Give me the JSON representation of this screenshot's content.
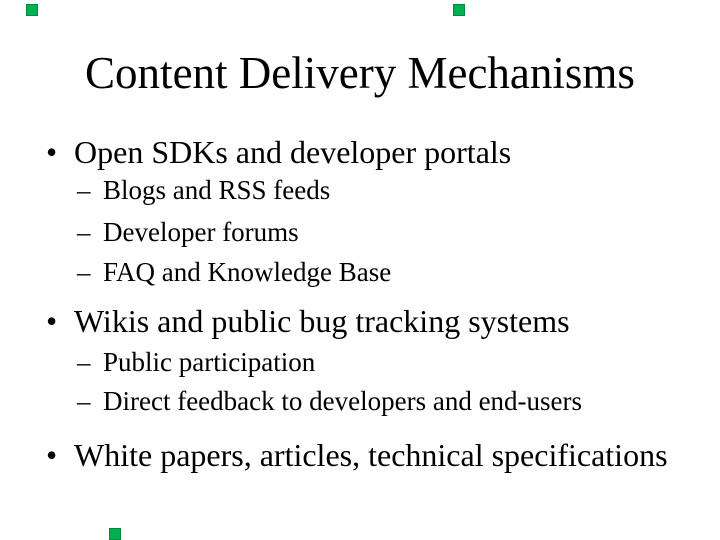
{
  "slide": {
    "title": "Content Delivery Mechanisms",
    "bullet_char": "•",
    "dash_char": "–",
    "items": [
      {
        "level": 1,
        "text": "Open SDKs and developer portals"
      },
      {
        "level": 2,
        "text": "Blogs and RSS feeds"
      },
      {
        "level": 2,
        "text": "Developer forums"
      },
      {
        "level": 2,
        "text": "FAQ and Knowledge Base"
      },
      {
        "level": 1,
        "text": "Wikis and public bug tracking systems"
      },
      {
        "level": 2,
        "text": "Public participation"
      },
      {
        "level": 2,
        "text": "Direct feedback to developers and end-users"
      },
      {
        "level": 1,
        "text": "White papers, articles, technical specifications"
      }
    ],
    "colors": {
      "background": "#ffffff",
      "text": "#000000",
      "handle_green": "#00b050"
    }
  }
}
